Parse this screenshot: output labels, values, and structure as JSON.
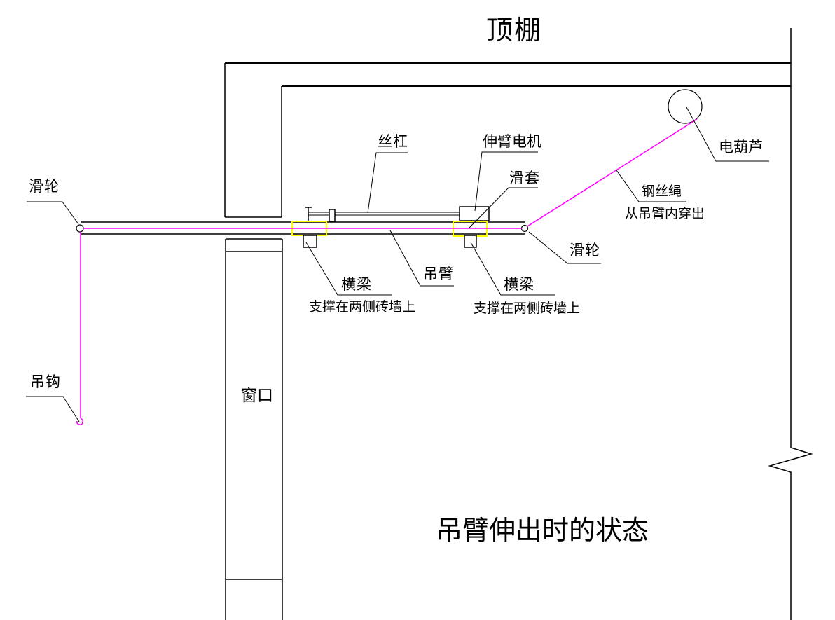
{
  "drawing": {
    "ceiling_label": "顶棚",
    "window_label": "窗口",
    "caption": "吊臂伸出时的状态",
    "callouts": {
      "pulley_left": "滑轮",
      "hook": "吊钩",
      "lead_screw": "丝杠",
      "telescoping_motor": "伸臂电机",
      "sliding_sleeve": "滑套",
      "electric_hoist": "电葫芦",
      "wire_rope": "钢丝绳",
      "wire_rope_note": "从吊臂内穿出",
      "boom": "吊臂",
      "crossbeam_left": "横梁",
      "crossbeam_left_note": "支撑在两侧砖墙上",
      "crossbeam_right": "横梁",
      "crossbeam_right_note": "支撑在两侧砖墙上",
      "pulley_right": "滑轮"
    },
    "colors": {
      "line": "#000000",
      "wire_rope": "#ff00ff",
      "sleeve_highlight": "#ffff00",
      "background": "#ffffff"
    }
  }
}
